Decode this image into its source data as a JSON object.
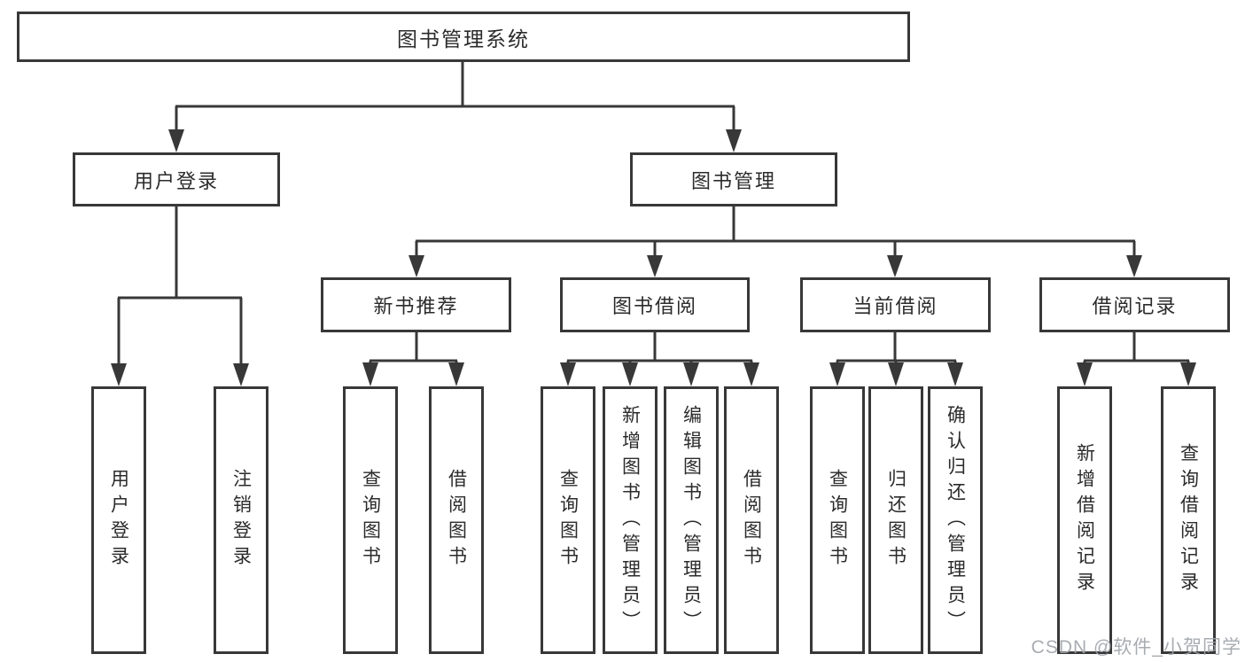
{
  "colors": {
    "line": "#383838",
    "border": "#383838",
    "text": "#2b2b2b",
    "background": "#ffffff",
    "watermark": "#9ea3a8"
  },
  "tree": {
    "root": {
      "label": "图书管理系统"
    },
    "branches": [
      {
        "label": "用户登录",
        "children": [
          {
            "label": "用户登录"
          },
          {
            "label": "注销登录"
          }
        ]
      },
      {
        "label": "图书管理",
        "children": [
          {
            "label": "新书推荐",
            "children": [
              {
                "label": "查询图书"
              },
              {
                "label": "借阅图书"
              }
            ]
          },
          {
            "label": "图书借阅",
            "children": [
              {
                "label": "查询图书"
              },
              {
                "label": "新增图书（管理员）"
              },
              {
                "label": "编辑图书（管理员）"
              },
              {
                "label": "借阅图书"
              }
            ]
          },
          {
            "label": "当前借阅",
            "children": [
              {
                "label": "查询图书"
              },
              {
                "label": "归还图书"
              },
              {
                "label": "确认归还（管理员）"
              }
            ]
          },
          {
            "label": "借阅记录",
            "children": [
              {
                "label": "新增借阅记录"
              },
              {
                "label": "查询借阅记录"
              }
            ]
          }
        ]
      }
    ]
  },
  "watermark": "CSDN @软件_小贺同学"
}
